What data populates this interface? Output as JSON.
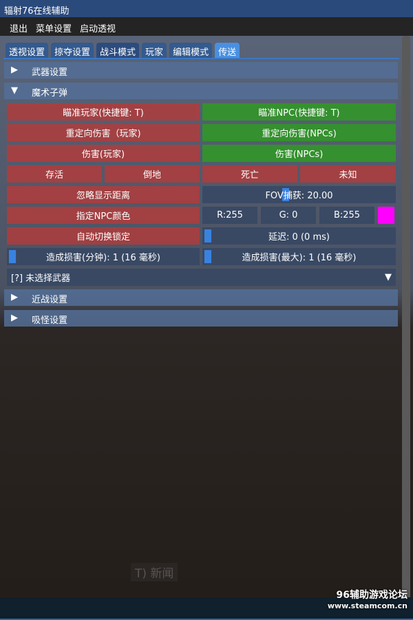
{
  "window_title": "辐射76在线辅助",
  "menu": [
    "退出",
    "菜单设置",
    "启动透视"
  ],
  "tabs": [
    {
      "label": "透视设置"
    },
    {
      "label": "掠夺设置"
    },
    {
      "label": "战斗模式"
    },
    {
      "label": "玩家"
    },
    {
      "label": "编辑模式"
    },
    {
      "label": "传送",
      "active": true
    }
  ],
  "sections": {
    "weapon": "武器设置",
    "magic": "魔术子弹",
    "melee": "近战设置",
    "vacuum": "吸怪设置"
  },
  "buttons": {
    "aim_player": "瞄准玩家(快捷键: T)",
    "aim_npc": "瞄准NPC(快捷键: T)",
    "redirect_player": "重定向伤害（玩家)",
    "redirect_npc": "重定向伤害(NPCs)",
    "damage_player": "伤害(玩家)",
    "damage_npc": "伤害(NPCs)",
    "alive": "存活",
    "downed": "倒地",
    "dead": "死亡",
    "unknown": "未知",
    "ignore_distance": "忽略显示距离",
    "npc_color": "指定NPC颜色",
    "auto_switch": "自动切换锁定"
  },
  "fov": {
    "label": "FOV捕获: 20.00",
    "value": 20.0
  },
  "color": {
    "r": "R:255",
    "g": "G:  0",
    "b": "B:255",
    "swatch": "#ff00ff"
  },
  "delay": {
    "label": "延迟: 0 (0 ms)",
    "value": 0
  },
  "dmg_min": {
    "label": "造成损害(分钟): 1 (16 毫秒)",
    "value": 1
  },
  "dmg_max": {
    "label": "造成损害(最大): 1 (16 毫秒)",
    "value": 1
  },
  "weapon_select": "[?] 未选择武器",
  "background_text": "T) 新闻",
  "watermark": {
    "line1": "96辅助游戏论坛",
    "line2": "www.steamcom.cn"
  }
}
